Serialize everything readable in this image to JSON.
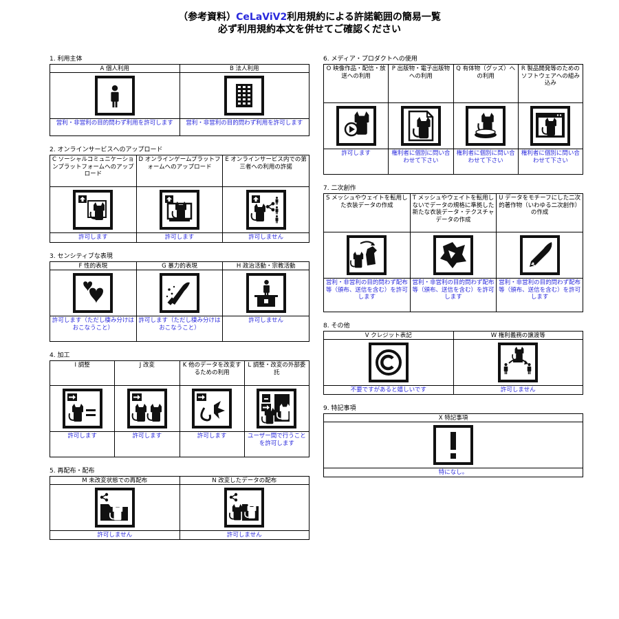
{
  "header": {
    "line1_pre": "（参考資料）",
    "line1_brand": "CeLaViV2",
    "line1_post": "利用規約による許諾範囲の簡易一覧",
    "line2": "必ず利用規約本文を併せてご確認ください"
  },
  "sections": [
    {
      "id": "s1",
      "title": "1. 利用主体",
      "column": "left",
      "items": [
        {
          "label": "A 個人利用",
          "icon": "person-icon",
          "result": "営利・非営利の目的問わず利用を許可します"
        },
        {
          "label": "B 法人利用",
          "icon": "office-building-icon",
          "result": "営利・非営利の目的問わず利用を許可します"
        }
      ]
    },
    {
      "id": "s2",
      "title": "2. オンラインサービスへのアップロード",
      "column": "left",
      "items": [
        {
          "label": "C ソーシャルコミュニケーションプラットフォームへのアップロード",
          "icon": "upload-social-icon",
          "result": "許可します"
        },
        {
          "label": "D オンラインゲームプラットフォームへのアップロード",
          "icon": "upload-game-icon",
          "result": "許可します"
        },
        {
          "label": "E オンラインサービス内での第三者への利用の許諾",
          "icon": "share-third-party-icon",
          "result": "許可しません"
        }
      ]
    },
    {
      "id": "s3",
      "title": "3. センシティブな表現",
      "column": "left",
      "items": [
        {
          "label": "F 性的表現",
          "icon": "hearts-icon",
          "result": "許可します（ただし棲み分けはおこなうこと）"
        },
        {
          "label": "G 暴力的表現",
          "icon": "knife-icon",
          "result": "許可します（ただし棲み分けはおこなうこと）"
        },
        {
          "label": "H 政治活動・宗教活動",
          "icon": "podium-icon",
          "result": "許可しません"
        }
      ]
    },
    {
      "id": "s4",
      "title": "4. 加工",
      "column": "left",
      "items": [
        {
          "label": "I 調整",
          "icon": "adjust-icon",
          "result": "許可します"
        },
        {
          "label": "J 改変",
          "icon": "modify-icon",
          "result": "許可します"
        },
        {
          "label": "K 他のデータを改変するための利用",
          "icon": "convert-data-icon",
          "result": "許可します"
        },
        {
          "label": "L 調整・改変の外部委託",
          "icon": "outsource-icon",
          "result": "ユーザー間で行うことを許可します"
        }
      ]
    },
    {
      "id": "s5",
      "title": "5. 再配布・配布",
      "column": "left",
      "items": [
        {
          "label": "M 未改変状態での再配布",
          "icon": "redistribute-icon",
          "result": "許可しません"
        },
        {
          "label": "N 改変したデータの配布",
          "icon": "distribute-modified-icon",
          "result": "許可しません"
        }
      ]
    },
    {
      "id": "s6",
      "title": "6. メディア・プロダクトへの使用",
      "column": "right",
      "items": [
        {
          "label": "O 映像作品・配信・放送への利用",
          "icon": "video-play-icon",
          "result": "許可します"
        },
        {
          "label": "P 出版物・電子出版物への利用",
          "icon": "publication-icon",
          "result": "権利者に個別に問い合わせて下さい"
        },
        {
          "label": "Q 有体物（グッズ）への利用",
          "icon": "figure-goods-icon",
          "result": "権利者に個別に問い合わせて下さい"
        },
        {
          "label": "R 製品開発等のためのソフトウェアへの組み込み",
          "icon": "software-window-icon",
          "result": "権利者に個別に問い合わせて下さい"
        }
      ]
    },
    {
      "id": "s7",
      "title": "7. 二次創作",
      "column": "right",
      "items": [
        {
          "label": "S メッシュやウェイトを転用した衣装データの作成",
          "icon": "costume-transfer-icon",
          "result": "営利・非営利の目的問わず配布等（頒布、送信を含む）を許可します"
        },
        {
          "label": "T メッシュやウェイトを転用しないでデータの規格に準拠した新たな衣装データ・テクスチャデータの作成",
          "icon": "new-costume-icon",
          "result": "営利・非営利の目的問わず配布等（頒布、送信を含む）を許可します"
        },
        {
          "label": "U データをモチーフにした二次的著作物（いわゆる二次創作）の作成",
          "icon": "pen-nib-icon",
          "result": "営利・非営利の目的問わず配布等（頒布、送信を含む）を許可します"
        }
      ]
    },
    {
      "id": "s8",
      "title": "8. その他",
      "column": "right",
      "items": [
        {
          "label": "V クレジット表記",
          "icon": "copyright-icon",
          "result": "不要ですがあると嬉しいです"
        },
        {
          "label": "W 権利義務の譲渡等",
          "icon": "rights-transfer-icon",
          "result": "許可しません"
        }
      ]
    },
    {
      "id": "s9",
      "title": "9. 特記事項",
      "column": "right",
      "items": [
        {
          "label": "X 特記事項",
          "icon": "exclamation-icon",
          "result": "特になし。"
        }
      ]
    }
  ]
}
